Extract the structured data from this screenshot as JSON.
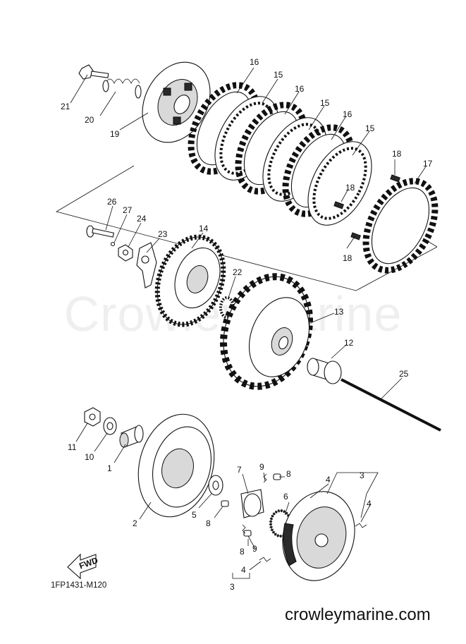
{
  "diagram": {
    "drawing_code": "1FP1431-M120",
    "site_url": "crowleymarine.com",
    "watermark": "CrowleyMarine",
    "fwd_label": "FWD",
    "callouts": {
      "c1": "1",
      "c2": "2",
      "c3a": "3",
      "c3b": "3",
      "c4a": "4",
      "c4b": "4",
      "c4c": "4",
      "c5": "5",
      "c6": "6",
      "c7": "7",
      "c8a": "8",
      "c8b": "8",
      "c8c": "8",
      "c9a": "9",
      "c9b": "9",
      "c10": "10",
      "c11": "11",
      "c12": "12",
      "c13": "13",
      "c14": "14",
      "c15a": "15",
      "c15b": "15",
      "c15c": "15",
      "c16a": "16",
      "c16b": "16",
      "c16c": "16",
      "c17": "17",
      "c18a": "18",
      "c18b": "18",
      "c18c": "18",
      "c19": "19",
      "c20": "20",
      "c21": "21",
      "c22": "22",
      "c23": "23",
      "c24": "24",
      "c25": "25",
      "c26": "26",
      "c27": "27"
    }
  }
}
